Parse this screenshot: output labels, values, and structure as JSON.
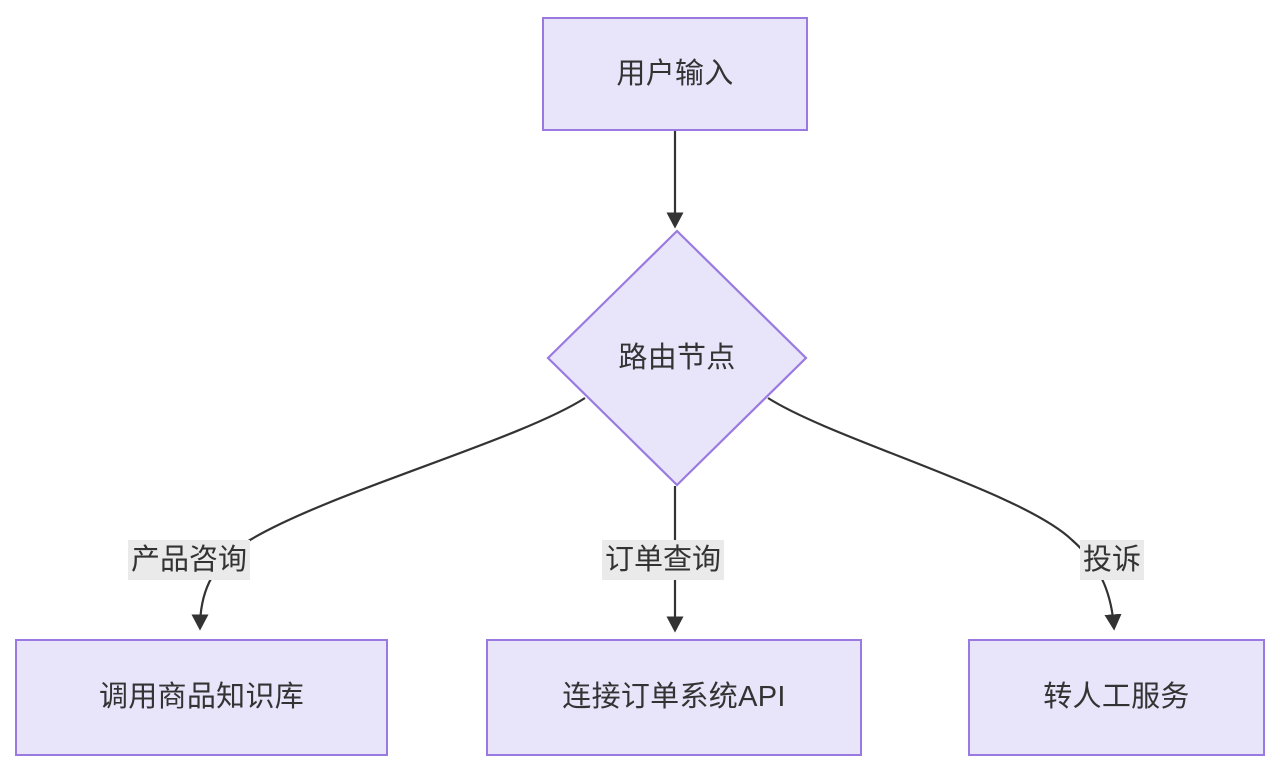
{
  "diagram": {
    "type": "flowchart",
    "direction": "top-down",
    "background_color": "#ffffff",
    "node_fill_color": "#e8e4fa",
    "node_border_color": "#9a7ae0",
    "edge_color": "#333333",
    "text_color": "#333333",
    "edge_label_background": "#eaeaea",
    "nodes": [
      {
        "id": "input",
        "shape": "rect",
        "label": "用户输入"
      },
      {
        "id": "router",
        "shape": "diamond",
        "label": "路由节点"
      },
      {
        "id": "product",
        "shape": "rect",
        "label": "调用商品知识库"
      },
      {
        "id": "order",
        "shape": "rect",
        "label": "连接订单系统API"
      },
      {
        "id": "human",
        "shape": "rect",
        "label": "转人工服务"
      }
    ],
    "edges": [
      {
        "from": "input",
        "to": "router",
        "label": ""
      },
      {
        "from": "router",
        "to": "product",
        "label": "产品咨询"
      },
      {
        "from": "router",
        "to": "order",
        "label": "订单查询"
      },
      {
        "from": "router",
        "to": "human",
        "label": "投诉"
      }
    ]
  }
}
